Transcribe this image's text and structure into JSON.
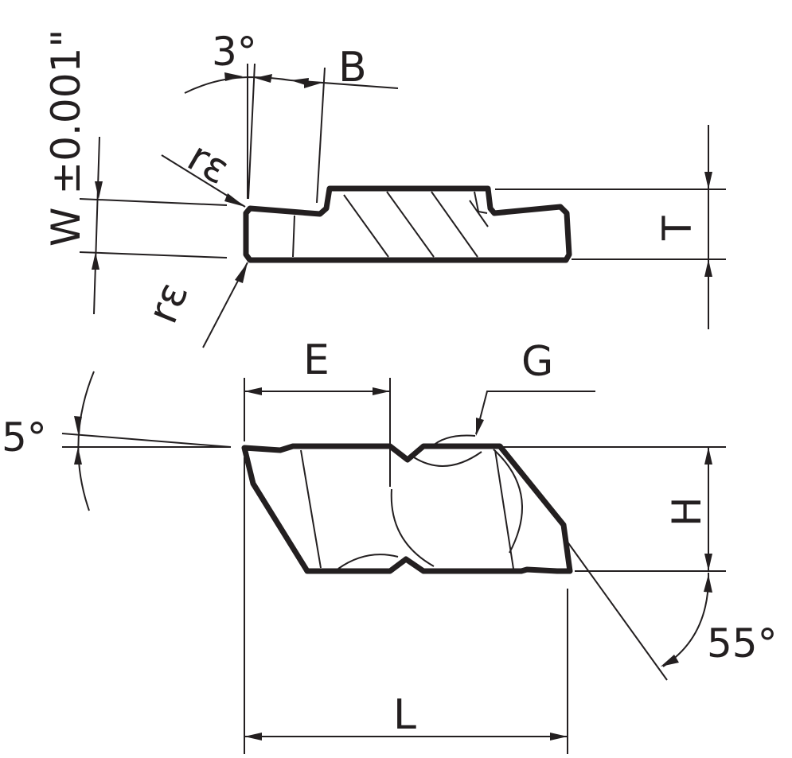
{
  "labels": {
    "angle_top": "3°",
    "b": "B",
    "w_tol": "W ±0.001\"",
    "r_eps_upper": "rε",
    "r_eps_lower": "rε",
    "t": "T",
    "e": "E",
    "g": "G",
    "angle_side": "5°",
    "h": "H",
    "angle_nose": "55°",
    "l": "L"
  },
  "colors": {
    "ink": "#231f20",
    "background": "#ffffff"
  }
}
